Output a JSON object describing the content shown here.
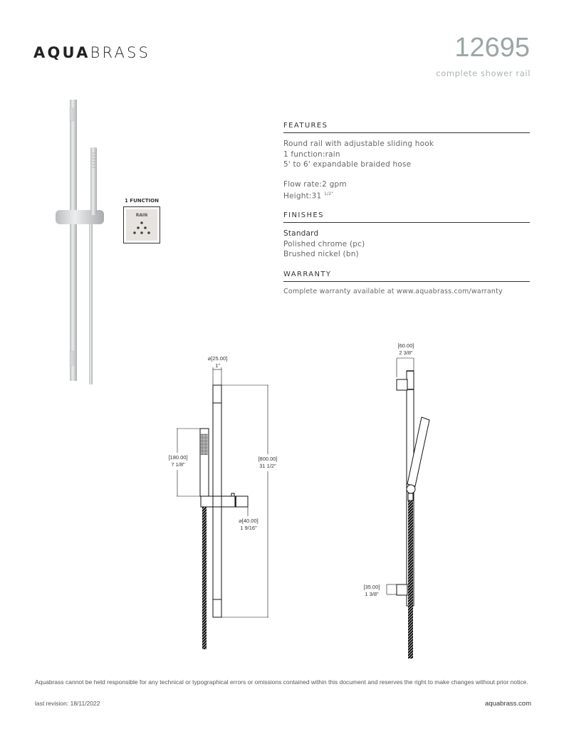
{
  "header": {
    "brand_bold": "AQUA",
    "brand_light": "BRASS",
    "model_number": "12695",
    "model_description": "complete shower rail"
  },
  "function_badge": {
    "label": "1 FUNCTION",
    "function_name": "RAIN",
    "icon": "rain-drops-icon"
  },
  "features": {
    "heading": "FEATURES",
    "items": [
      "Round rail with adjustable sliding hook",
      "1 function:rain",
      "5' to 6' expandable braided hose"
    ],
    "flow_rate": "Flow rate:2 gpm",
    "height": "Height:31",
    "height_fraction": "1/2\""
  },
  "finishes": {
    "heading": "FINISHES",
    "group": "Standard",
    "items": [
      "Polished chrome (pc)",
      "Brushed nickel (bn)"
    ]
  },
  "warranty": {
    "heading": "WARRANTY",
    "text": "Complete warranty available at www.aquabrass.com/warranty"
  },
  "dimensions": {
    "front": {
      "rail_diameter_mm": "⌀[25.00]",
      "rail_diameter_in": "1\"",
      "handshower_mm": "[180.00]",
      "handshower_in": "7 1/8\"",
      "rail_length_mm": "[800.00]",
      "rail_length_in": "31 1/2\"",
      "hook_diameter_mm": "⌀[40.00]",
      "hook_diameter_in": "1 9/16\""
    },
    "side": {
      "top_bracket_mm": "[60.00]",
      "top_bracket_in": "2 3/8\"",
      "bottom_bracket_mm": "[35.00]",
      "bottom_bracket_in": "1 3/8\""
    }
  },
  "footer": {
    "disclaimer": "Aquabrass cannot be held responsible for any technical or typographical errors or omissions contained within this document and reserves the right to make changes without prior notice.",
    "last_revision": "last revision: 18/11/2022",
    "website": "aquabrass.com"
  }
}
